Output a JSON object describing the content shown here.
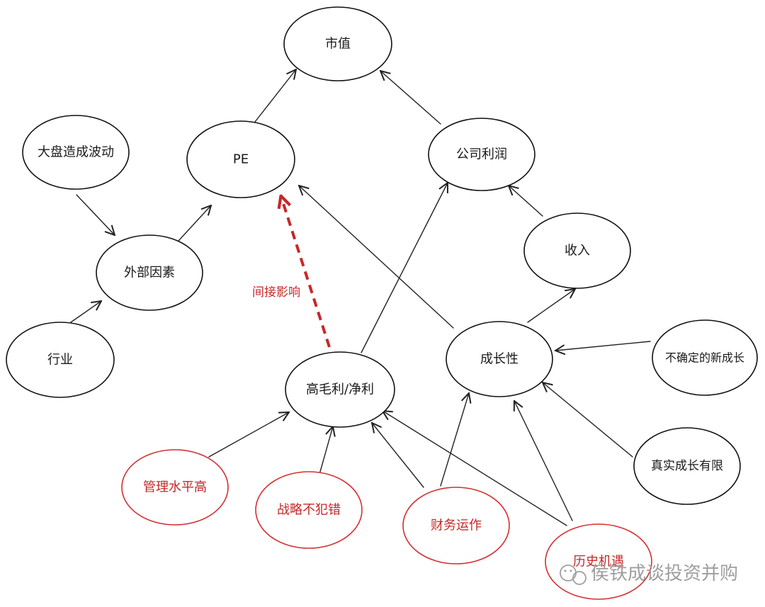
{
  "diagram": {
    "nodes": [
      {
        "id": "market_cap",
        "label": "市值",
        "style": "black"
      },
      {
        "id": "pe",
        "label": "PE",
        "style": "black"
      },
      {
        "id": "company_profit",
        "label": "公司利润",
        "style": "black"
      },
      {
        "id": "market_fluctuation",
        "label": "大盘造成波动",
        "style": "black"
      },
      {
        "id": "external_factors",
        "label": "外部因素",
        "style": "black"
      },
      {
        "id": "industry",
        "label": "行业",
        "style": "black"
      },
      {
        "id": "revenue",
        "label": "收入",
        "style": "black"
      },
      {
        "id": "growth",
        "label": "成长性",
        "style": "black"
      },
      {
        "id": "uncertain_growth",
        "label": "不确定的新成长",
        "style": "black"
      },
      {
        "id": "limited_growth",
        "label": "真实成长有限",
        "style": "black"
      },
      {
        "id": "high_margin",
        "label": "高毛利/净利",
        "style": "black"
      },
      {
        "id": "management",
        "label": "管理水平高",
        "style": "red"
      },
      {
        "id": "strategy",
        "label": "战略不犯错",
        "style": "red"
      },
      {
        "id": "financial_ops",
        "label": "财务运作",
        "style": "red"
      },
      {
        "id": "historical_opportunity",
        "label": "历史机遇",
        "style": "red"
      }
    ],
    "edges": [
      {
        "from": "pe",
        "to": "market_cap",
        "style": "solid"
      },
      {
        "from": "company_profit",
        "to": "market_cap",
        "style": "solid"
      },
      {
        "from": "market_fluctuation",
        "to": "external_factors",
        "style": "solid"
      },
      {
        "from": "industry",
        "to": "external_factors",
        "style": "solid"
      },
      {
        "from": "external_factors",
        "to": "pe",
        "style": "solid"
      },
      {
        "from": "revenue",
        "to": "company_profit",
        "style": "solid"
      },
      {
        "from": "growth",
        "to": "revenue",
        "style": "solid"
      },
      {
        "from": "growth",
        "to": "pe",
        "style": "solid"
      },
      {
        "from": "uncertain_growth",
        "to": "growth",
        "style": "solid"
      },
      {
        "from": "limited_growth",
        "to": "growth",
        "style": "solid"
      },
      {
        "from": "high_margin",
        "to": "company_profit",
        "style": "solid"
      },
      {
        "from": "high_margin",
        "to": "pe",
        "style": "dashed",
        "label": "间接影响"
      },
      {
        "from": "management",
        "to": "high_margin",
        "style": "solid"
      },
      {
        "from": "strategy",
        "to": "high_margin",
        "style": "solid"
      },
      {
        "from": "financial_ops",
        "to": "high_margin",
        "style": "solid"
      },
      {
        "from": "financial_ops",
        "to": "growth",
        "style": "solid"
      },
      {
        "from": "historical_opportunity",
        "to": "high_margin",
        "style": "solid"
      },
      {
        "from": "historical_opportunity",
        "to": "growth",
        "style": "solid"
      }
    ],
    "colors": {
      "ink": "#111111",
      "accent_red": "#d32f2f"
    }
  },
  "watermark": {
    "icon": "wechat-icon",
    "text": "侯铁成谈投资并购"
  }
}
